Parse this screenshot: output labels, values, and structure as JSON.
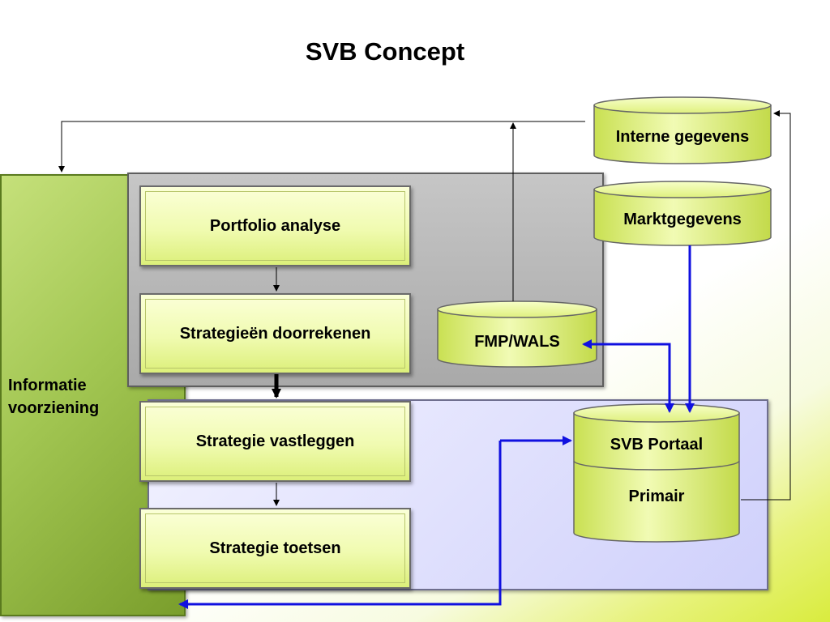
{
  "title": "SVB Concept",
  "side_panel": {
    "label_line1": "Informatie",
    "label_line2": "voorziening"
  },
  "steps": [
    {
      "label": "Portfolio analyse"
    },
    {
      "label": "Strategieën doorrekenen"
    },
    {
      "label": "Strategie vastleggen"
    },
    {
      "label": "Strategie toetsen"
    }
  ],
  "databases": {
    "interne_gegevens": "Interne gegevens",
    "marktgegevens": "Marktgegevens",
    "fmp_wals": "FMP/WALS",
    "svb_portaal": "SVB Portaal",
    "primair": "Primair"
  },
  "colors": {
    "connector_blue": "#1010e0",
    "connector_black": "#000000",
    "cylinder_fill": "#e4f58c",
    "side_panel_green": "#9dc24d"
  }
}
